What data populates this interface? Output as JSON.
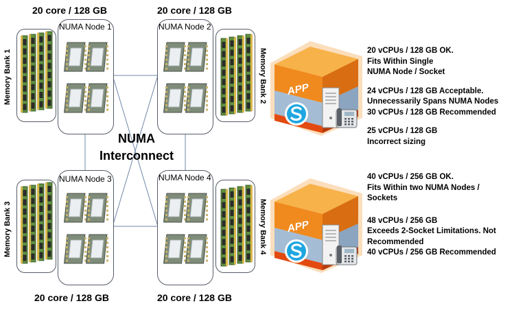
{
  "nodes": [
    {
      "header": "20 core / 128 GB",
      "label": "NUMA Node 1",
      "bank": "Memory Bank 1"
    },
    {
      "header": "20 core / 128 GB",
      "label": "NUMA Node 2",
      "bank": "Memory Bank 2"
    },
    {
      "header": "20 core / 128 GB",
      "label": "NUMA Node 3",
      "bank": "Memory Bank 3"
    },
    {
      "header": "20 core / 128 GB",
      "label": "NUMA Node 4",
      "bank": "Memory Bank 4"
    }
  ],
  "interconnect": {
    "line1": "NUMA",
    "line2": "Interconnect"
  },
  "app_icon": {
    "label": "APP",
    "box_color": "#f08a1e",
    "base_color": "#e24a10",
    "glass_color": "#8fb3d9",
    "badge_color": "#1ea6e0",
    "badge_icon": "skype-logo-icon"
  },
  "notes_top": [
    "20 vCPUs / 128 GB OK.",
    "Fits Within Single",
    "NUMA Node / Socket",
    "24 vCPUs / 128 GB Acceptable.",
    "Unnecessarily  Spans NUMA Nodes",
    "30 vCPUs / 128 GB Recommended",
    "25 vCPUs / 128 GB",
    "Incorrect sizing"
  ],
  "notes_bottom": [
    "40 vCPUs / 256 GB OK.",
    "Fits Within two NUMA Nodes /",
    "Sockets",
    "48 vCPUs / 256 GB",
    "Exceeds 2-Socket Limitations.  Not",
    "Recommended",
    "40 vCPUs / 256 GB Recommended"
  ]
}
